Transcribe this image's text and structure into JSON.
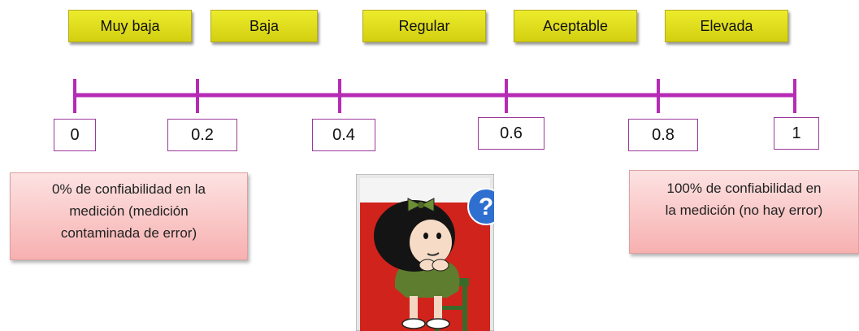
{
  "categories": [
    "Muy baja",
    "Baja",
    "Regular",
    "Aceptable",
    "Elevada"
  ],
  "ticks": [
    "0",
    "0.2",
    "0.4",
    "0.6",
    "0.8",
    "1"
  ],
  "notes": {
    "left": [
      "0% de confiabilidad en la",
      "medición (medición",
      "contaminada de error)"
    ],
    "right": [
      "100% de confiabilidad en",
      "la medición (no hay error)"
    ]
  },
  "illustration": {
    "symbol": "?"
  },
  "colors": {
    "axis": "#b52bb5",
    "category_fill": "#dcd81a",
    "note_fill": "#fbc9c9",
    "tick_border": "#9a3a9a"
  }
}
